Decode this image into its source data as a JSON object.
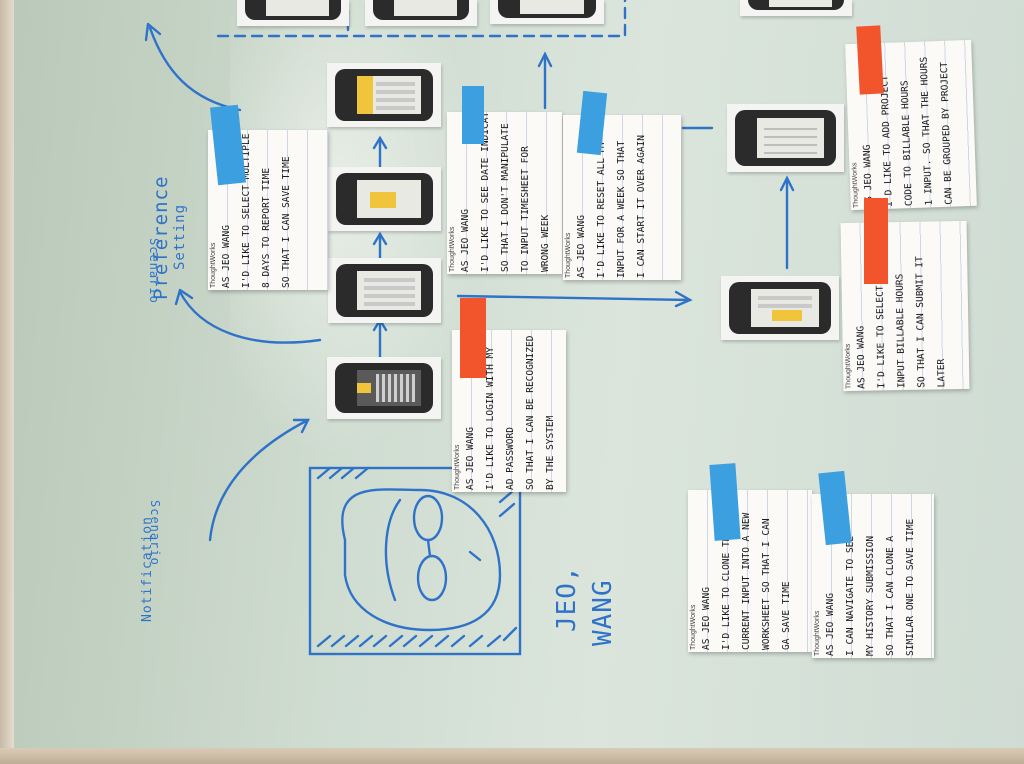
{
  "brand": "ThoughtWorks",
  "colors": {
    "marker": "#2f73c9",
    "tape_blue": "#3b9fe0",
    "tape_orange": "#f2552c",
    "card": "#fbfaf7"
  },
  "cards": [
    {
      "lines": [
        "As Jeo Wang",
        "I'd like to select multiple",
        "8 days to report time",
        "so that I can save time"
      ]
    },
    {
      "lines": [
        "As Jeo Wang",
        "I'd like to see date indicator",
        "so that I don't manipulate",
        "to input timesheet for",
        "wrong week"
      ]
    },
    {
      "lines": [
        "As Jeo Wang",
        "I'd like to reset all my",
        "input for a week so that",
        "I can start it over again"
      ]
    },
    {
      "lines": [
        "As Jeo Wang",
        "I'd like to add project",
        "code to billable hours",
        "1 input. So that the hours",
        "can be grouped by project"
      ]
    },
    {
      "lines": [
        "As Jeo Wang",
        "I'd like to select a day to",
        "input billable hours",
        "so that I can submit it",
        "later"
      ]
    },
    {
      "lines": [
        "As Jeo Wang",
        "I'd like to login with my",
        "AD password",
        "so that I can be recognized",
        "by the system"
      ]
    },
    {
      "lines": [
        "As Jeo Wang",
        "I'd like to clone the",
        "current input into a new",
        "worksheet so that I can",
        "GA save time"
      ]
    },
    {
      "lines": [
        "As Jeo Wang",
        "I can navigate to see",
        "my history submission",
        "so that I can clone a",
        "similar one to save time"
      ]
    }
  ],
  "board_labels": {
    "preference": "Preference",
    "setting": "Setting",
    "scenario": "Scenario",
    "notification": "Notification",
    "notification_scenario": "Scenario",
    "persona_first": "JEO,",
    "persona_last": "WANG"
  }
}
